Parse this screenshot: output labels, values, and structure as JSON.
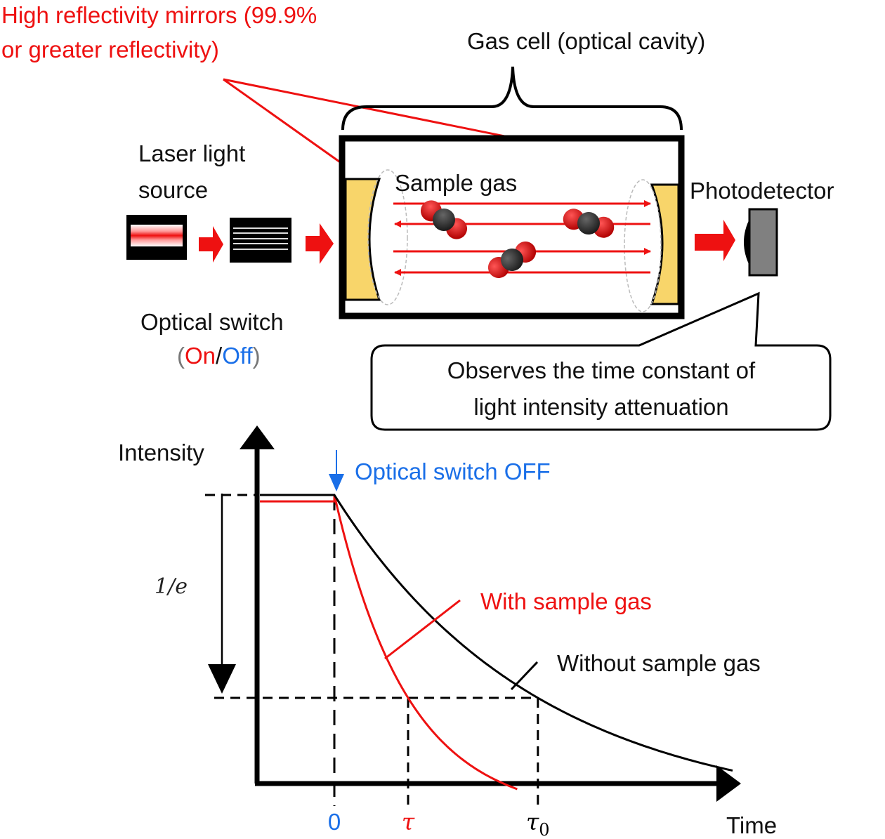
{
  "colors": {
    "red": "#ee1111",
    "blue": "#1a6fe8",
    "black": "#000000",
    "mirror_fill": "#f8d56a",
    "detector_fill": "#808080",
    "molecule_carbon": "#333333",
    "molecule_oxygen": "#e00000"
  },
  "labels": {
    "mirrors_line1": "High  reflectivity mirrors (99.9%",
    "mirrors_line2": "or greater reflectivity)",
    "gas_cell": "Gas cell (optical cavity)",
    "laser_line1": "Laser light",
    "laser_line2": "source",
    "sample_gas": "Sample gas",
    "photodetector": "Photodetector",
    "optical_switch": "Optical switch",
    "switch_paren_open": "(",
    "switch_on": "On",
    "switch_slash": "/",
    "switch_off": "Off",
    "switch_paren_close": ")",
    "callout_line1": "Observes the time constant of",
    "callout_line2": "light  intensity attenuation"
  },
  "chart_data": {
    "type": "line",
    "title": "",
    "ylabel": "Intensity",
    "xlabel": "Time",
    "annotation_switch_off": "Optical switch OFF",
    "annotation_decay": "1/e",
    "x_ticks": [
      {
        "label": "0",
        "value": 0,
        "color": "blue"
      },
      {
        "label": "τ",
        "value": 1,
        "color": "red"
      },
      {
        "label": "τ",
        "sub": "0",
        "value": 2.76,
        "color": "black"
      }
    ],
    "xlim": [
      -1.05,
      5.5
    ],
    "ylim": [
      0,
      1.3
    ],
    "initial_level": 1.0,
    "one_over_e_level": 0.3679,
    "series": [
      {
        "name": "With sample gas",
        "color": "red",
        "tau": 1.0,
        "pre_switch_level": 0.98,
        "t_end": 2.5
      },
      {
        "name": "Without sample gas",
        "color": "black",
        "tau": 2.76,
        "pre_switch_level": 1.0,
        "t_end": 5.4
      }
    ],
    "legend": [
      {
        "label": "With sample gas",
        "color": "red"
      },
      {
        "label": "Without sample gas",
        "color": "black"
      }
    ],
    "grid": false
  }
}
